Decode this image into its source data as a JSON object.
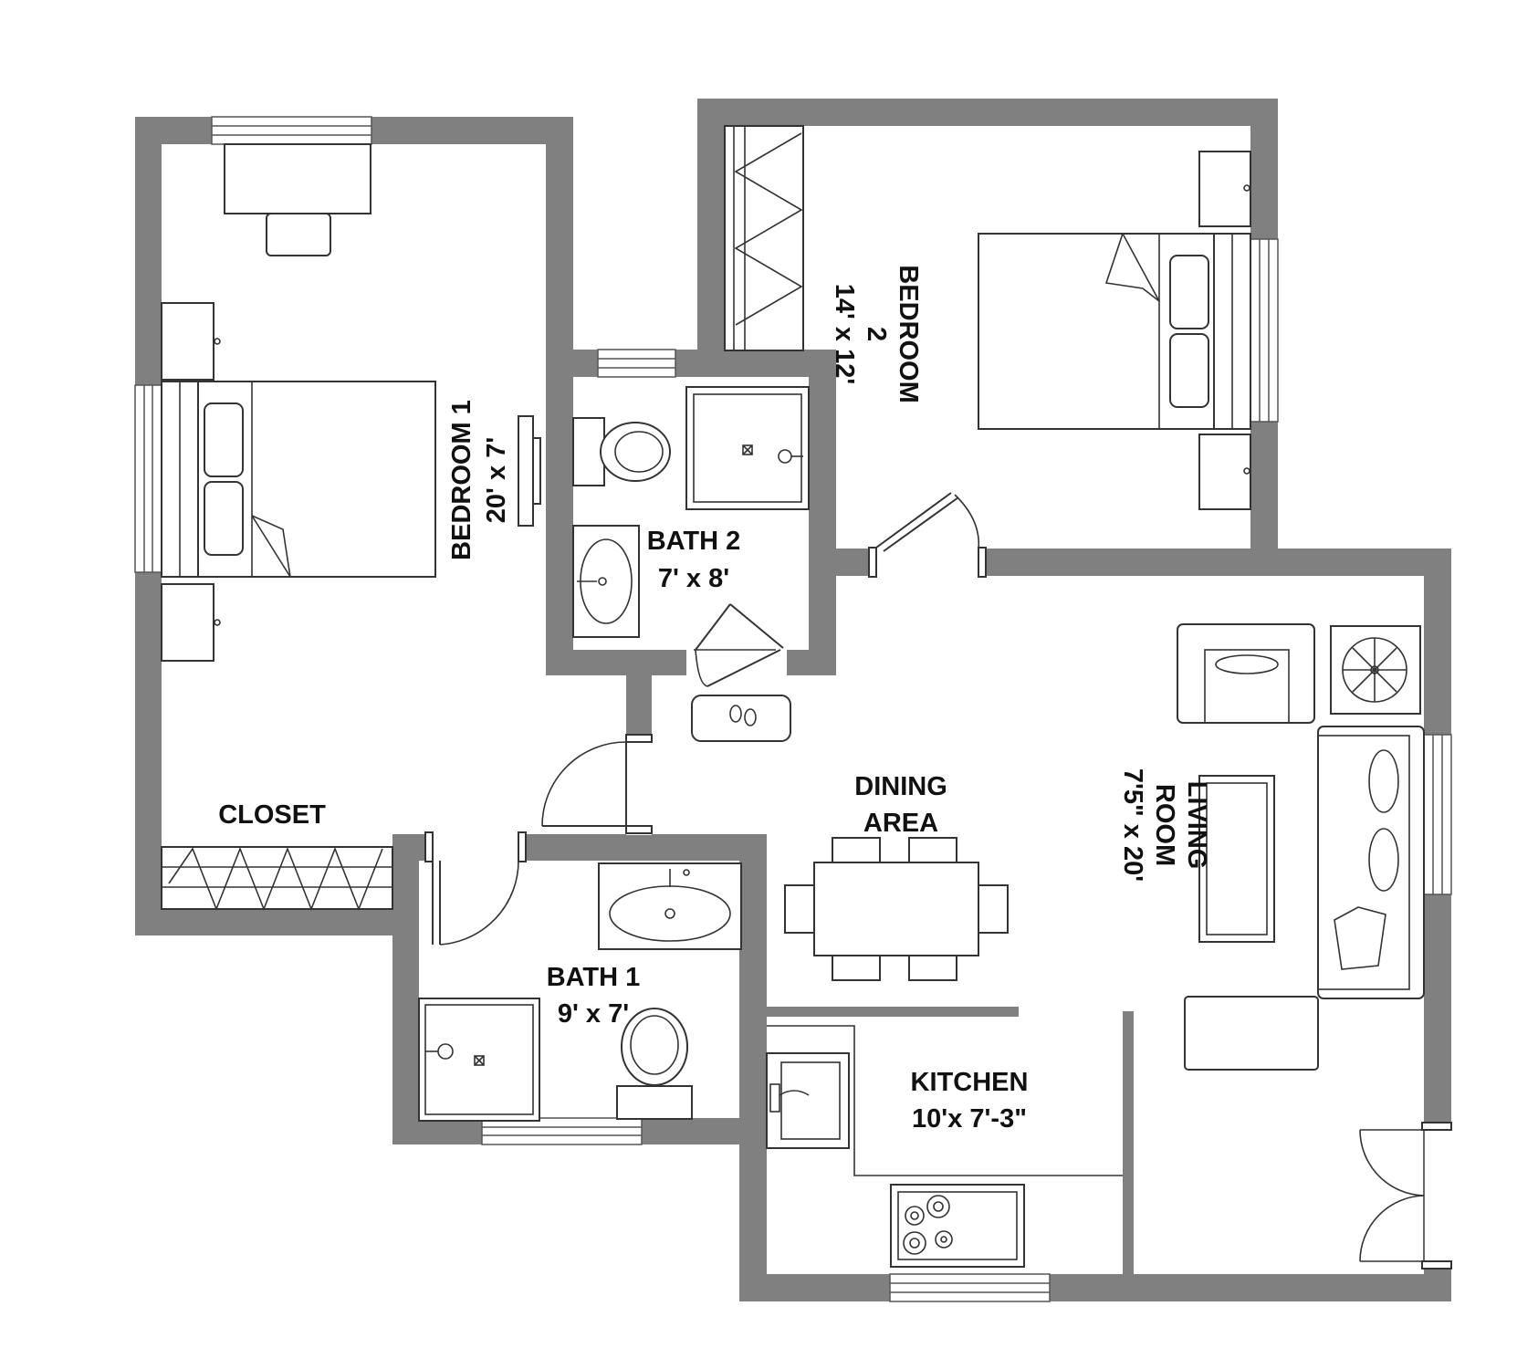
{
  "rooms": {
    "bedroom1": {
      "name": "BEDROOM 1",
      "size": "20' x 7'"
    },
    "bedroom2": {
      "name_line1": "BEDROOM",
      "name_line2": "2",
      "size": "14' x 12'"
    },
    "bath2": {
      "name": "BATH 2",
      "size": "7' x 8'"
    },
    "dining": {
      "name_line1": "DINING",
      "name_line2": "AREA"
    },
    "living": {
      "name_line1": "LIVING",
      "name_line2": "ROOM",
      "size": "7'5\" x 20'"
    },
    "closet": {
      "name": "CLOSET"
    },
    "bath1": {
      "name": "BATH 1",
      "size": "9' x 7'"
    },
    "kitchen": {
      "name": "KITCHEN",
      "size": "10'x 7'-3\""
    }
  },
  "colors": {
    "wall": "#808080",
    "line": "#333333",
    "background": "#ffffff"
  }
}
